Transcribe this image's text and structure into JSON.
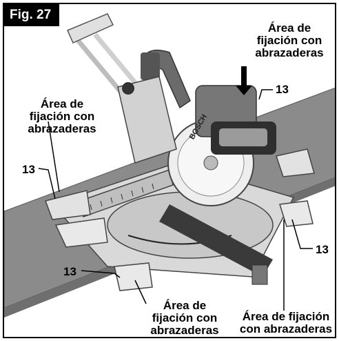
{
  "figure": {
    "tag": "Fig. 27"
  },
  "callouts": {
    "area_top_right": "Área de\nfijación con\nabrazaderas",
    "area_left": "Área de\nfijación con\nabrazaderas",
    "area_bottom_center": "Área de\nfijación con\nabrazaderas",
    "area_bottom_right": "Área de fijación\ncon abrazaderas",
    "ref_top_right": "13",
    "ref_left": "13",
    "ref_bottom_left": "13",
    "ref_right": "13"
  },
  "saw": {
    "brand": "BOSCH"
  }
}
